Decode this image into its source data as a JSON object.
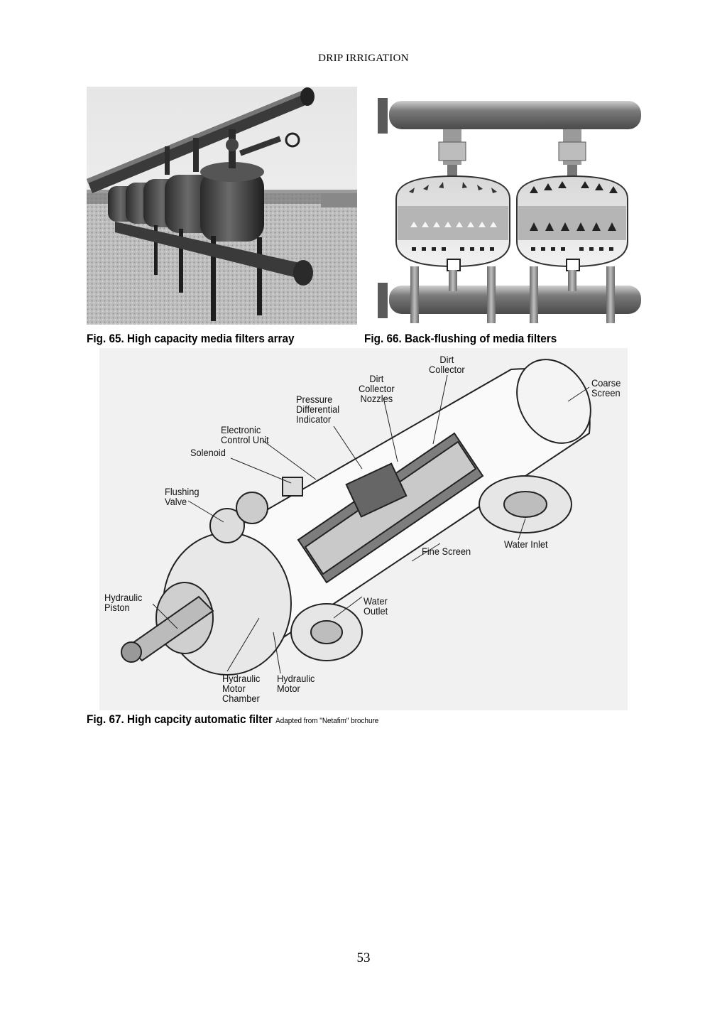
{
  "page": {
    "running_header": "DRIP IRRIGATION",
    "page_number": "53"
  },
  "figures": {
    "fig65": {
      "caption": "Fig. 65. High capacity media filters array"
    },
    "fig66": {
      "caption": "Fig. 66. Back-flushing of media filters"
    },
    "fig67": {
      "caption": "Fig. 67. High capcity automatic filter",
      "source_note": "Adapted from \"Netafim\" brochure",
      "labels": {
        "dirt_collector": "Dirt\nCollector",
        "dirt_collector_nozzles": "Dirt\nCollector\nNozzles",
        "coarse_screen": "Coarse\nScreen",
        "pressure_differential_indicator": "Pressure\nDifferential\nIndicator",
        "electronic_control_unit": "Electronic\nControl Unit",
        "solenoid": "Solenoid",
        "flushing_valve": "Flushing\nValve",
        "fine_screen": "Fine Screen",
        "water_inlet": "Water Inlet",
        "hydraulic_piston": "Hydraulic\nPiston",
        "water_outlet": "Water\nOutlet",
        "hydraulic_motor_chamber": "Hydraulic\nMotor\nChamber",
        "hydraulic_motor": "Hydraulic\nMotor"
      }
    }
  }
}
